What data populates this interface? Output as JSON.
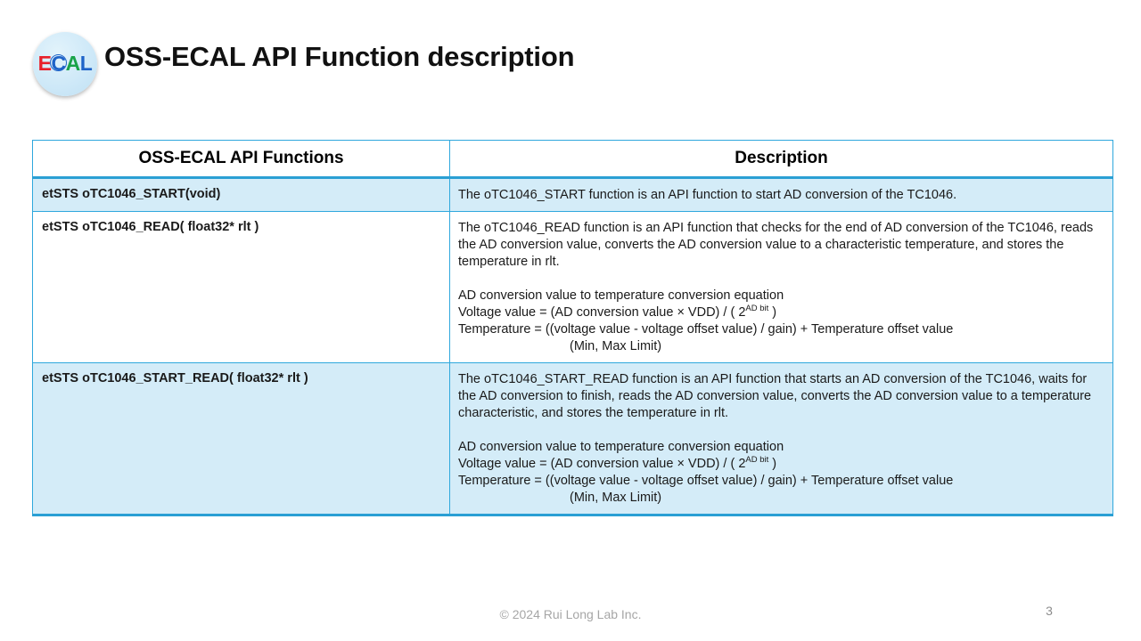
{
  "slide": {
    "title": "OSS-ECAL API Function description",
    "logo": {
      "letters": [
        "E",
        "C",
        "A",
        "L"
      ],
      "alt": "ECAL logo"
    },
    "page_number": "3",
    "copyright": "© 2024 Rui Long Lab Inc."
  },
  "colors": {
    "border": "#2fa8dd",
    "header_rule": "#2a9fd4",
    "row_shade": "#d4ecf8",
    "logo_red": "#e8202a",
    "logo_blue": "#1e63c8",
    "logo_green": "#19a349",
    "title_text": "#111111",
    "footer_text": "#a6a6a6"
  },
  "table": {
    "headers": {
      "functions": "OSS-ECAL API Functions",
      "description": "Description"
    },
    "rows": [
      {
        "function": "etSTS oTC1046_START(void)",
        "description_lines": [
          "The oTC1046_START function is an API function to start AD conversion of the TC1046."
        ]
      },
      {
        "function": "etSTS oTC1046_READ( float32* rlt )",
        "description_paragraph": "The oTC1046_READ function is an API function that checks for the end of AD conversion of the TC1046, reads the AD conversion value, converts the AD conversion value to a characteristic temperature, and stores the temperature in rlt.",
        "equation_heading": "AD conversion value to temperature conversion equation",
        "equation_voltage_pre": "Voltage value = (AD conversion value × VDD) / ( 2",
        "equation_voltage_sup": "AD bit",
        "equation_voltage_post": " )",
        "equation_temperature": "Temperature = ((voltage value - voltage offset value) / gain) + Temperature offset value",
        "equation_limit": "(Min, Max Limit)"
      },
      {
        "function": "etSTS oTC1046_START_READ( float32* rlt )",
        "description_paragraph": "The oTC1046_START_READ function is an API function that starts an AD conversion of the TC1046, waits for the AD conversion to finish, reads the AD conversion value, converts the AD conversion value to a temperature characteristic, and stores the temperature in rlt.",
        "equation_heading": "AD conversion value to temperature conversion equation",
        "equation_voltage_pre": "Voltage value = (AD conversion value × VDD) / ( 2",
        "equation_voltage_sup": "AD bit",
        "equation_voltage_post": " )",
        "equation_temperature": "Temperature = ((voltage value - voltage offset value) / gain) + Temperature offset value",
        "equation_limit": "(Min, Max Limit)"
      }
    ]
  }
}
